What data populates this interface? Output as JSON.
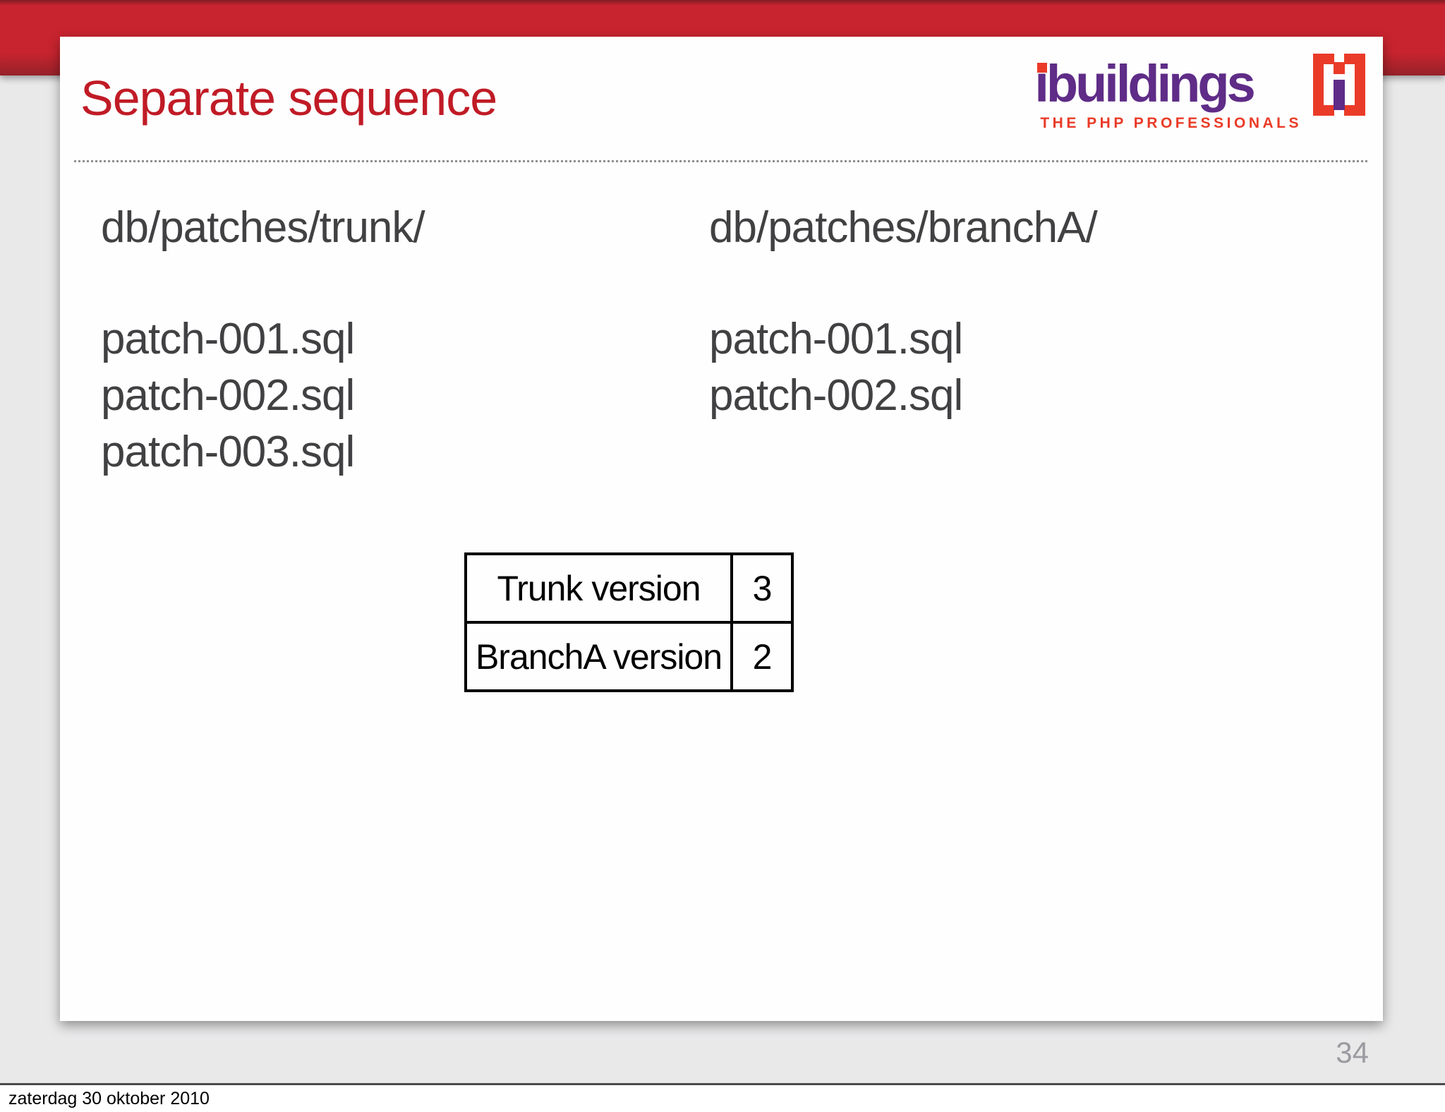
{
  "slide": {
    "title": "Separate sequence",
    "page_number": "34"
  },
  "logo": {
    "name": "ibuildings",
    "mark_icon": "bracket-i-icon",
    "tagline": "THE PHP PROFESSIONALS"
  },
  "directories": {
    "left": {
      "path": "db/patches/trunk/",
      "files": [
        "patch-001.sql",
        "patch-002.sql",
        "patch-003.sql"
      ]
    },
    "right": {
      "path": "db/patches/branchA/",
      "files": [
        "patch-001.sql",
        "patch-002.sql"
      ]
    }
  },
  "version_table": {
    "rows": [
      {
        "label": "Trunk version",
        "value": "3"
      },
      {
        "label": "BranchA version",
        "value": "2"
      }
    ]
  },
  "footer": {
    "date": "zaterdag 30 oktober 2010"
  },
  "colors": {
    "banner-red": "#c8242f",
    "banner-red-top": "#7e1d23",
    "banner-red-dark": "#962129",
    "title-red": "#c01b26",
    "brand-purple": "#5f2c87",
    "brand-orange": "#ea3b28",
    "body-gray": "#414042",
    "page-bg": "#e9e9ea",
    "divider-gray": "#8f8f93",
    "footer-line": "#4b4b4d",
    "page-number-gray": "#9b9ba1",
    "table-border": "#000000"
  }
}
